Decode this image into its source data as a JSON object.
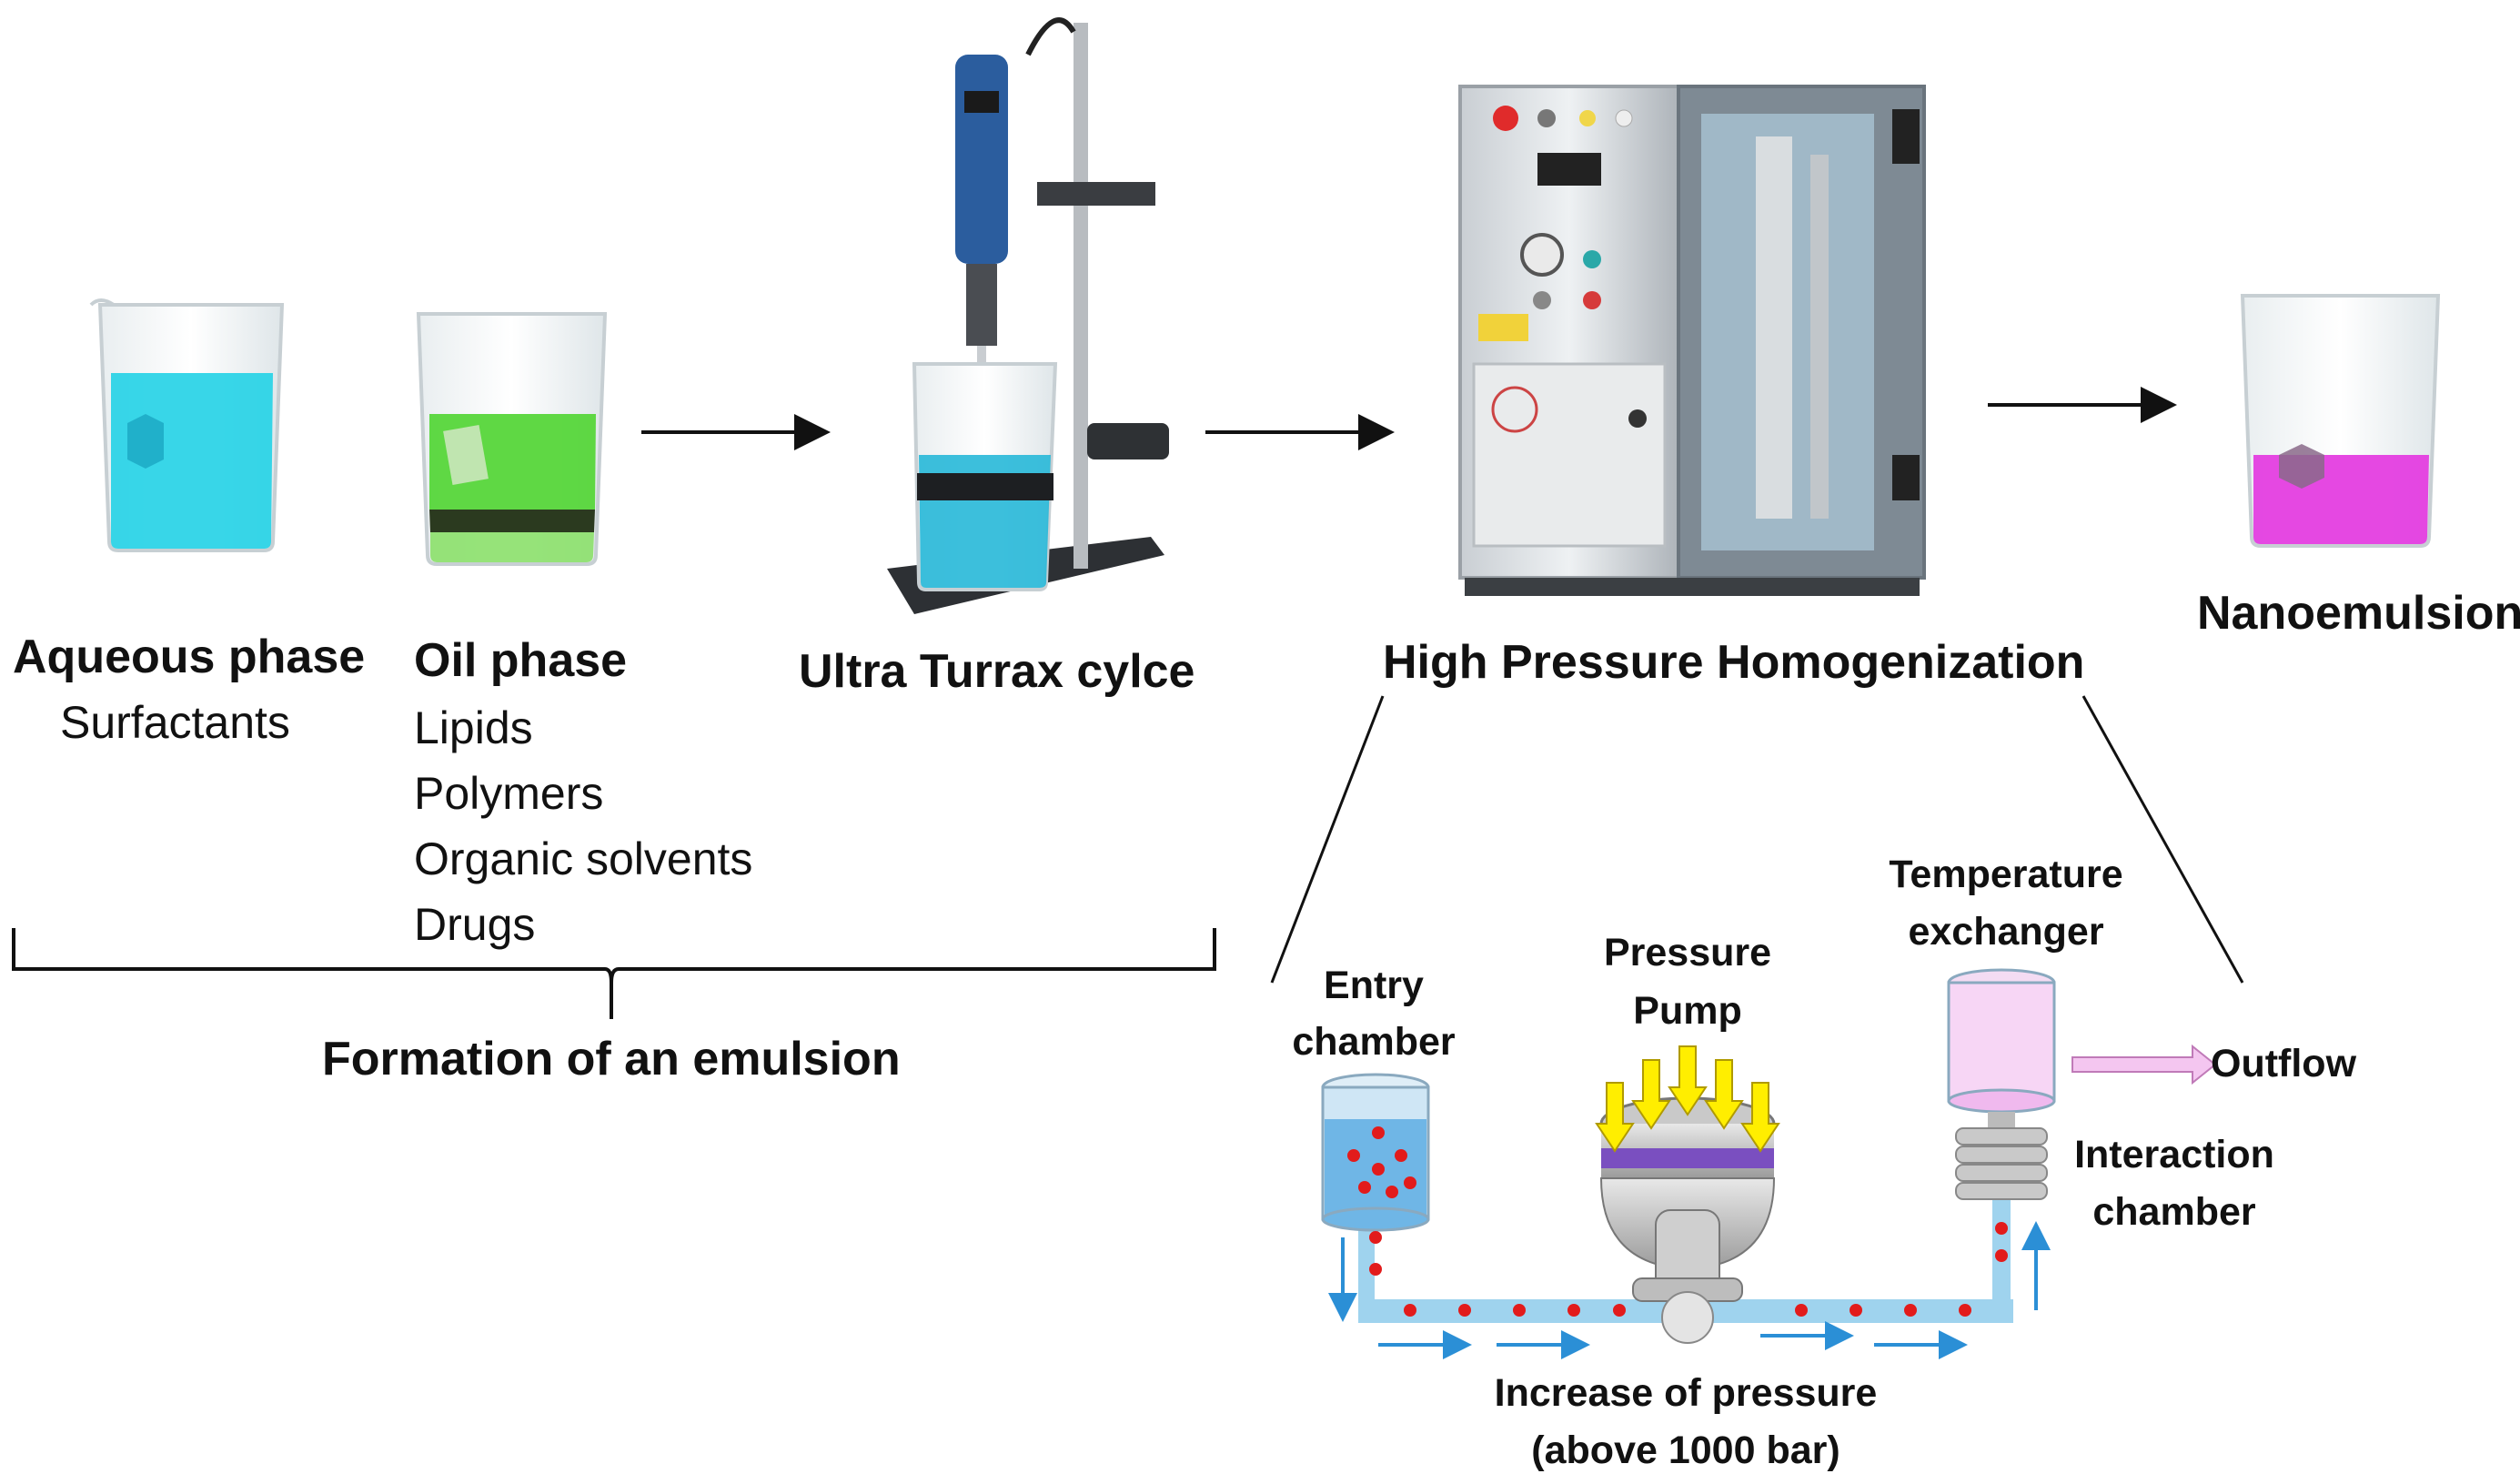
{
  "stages": {
    "aqueous": {
      "title": "Aqueous phase",
      "items": [
        "Surfactants"
      ]
    },
    "oil": {
      "title": "Oil phase",
      "items": [
        "Lipids",
        "Polymers",
        "Organic solvents",
        "Drugs"
      ]
    },
    "ultra_turrax": {
      "title": "Ultra Turrax cylce"
    },
    "hph": {
      "title": "High Pressure Homogenization"
    },
    "product": {
      "title": "Nanoemulsion"
    }
  },
  "brace_label": "Formation of an emulsion",
  "detail": {
    "entry": [
      "Entry",
      "chamber"
    ],
    "pump": [
      "Pressure",
      "Pump"
    ],
    "exchanger": [
      "Temperature",
      "exchanger"
    ],
    "outflow": "Outflow",
    "interaction": [
      "Interaction",
      "chamber"
    ],
    "pressure_note": [
      "Increase of pressure",
      "(above 1000 bar)"
    ]
  },
  "colors": {
    "aqueous_liquid": "#27d3e6",
    "oil_liquid": "#56d63a",
    "product_liquid": "#e43ee0",
    "pipe": "#9fd3ee",
    "droplet": "#e21b1b",
    "pressure_arrow": "#ffee00",
    "outflow_arrow": "#f4c6f0"
  }
}
